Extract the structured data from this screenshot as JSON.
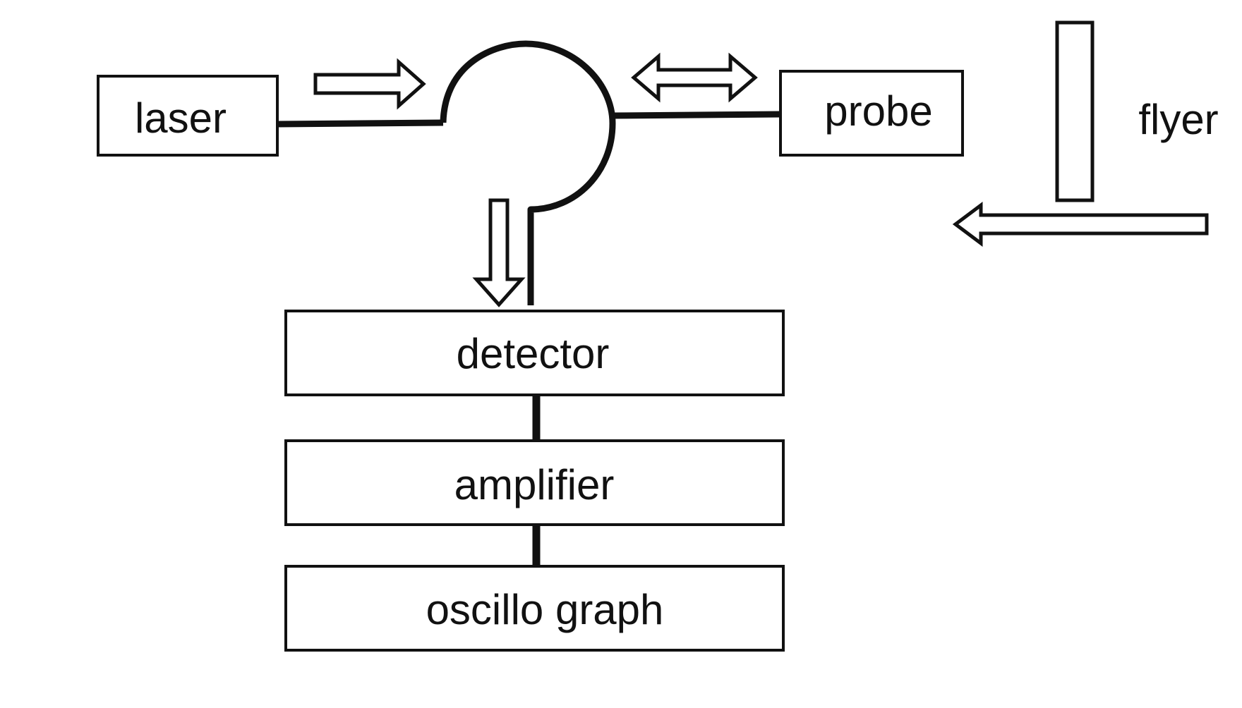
{
  "diagram": {
    "laser_label": "laser",
    "probe_label": "probe",
    "flyer_label": "flyer",
    "detector_label": "detector",
    "amplifier_label": "amplifier",
    "oscillograph_label": "oscillo graph"
  },
  "colors": {
    "stroke": "#111111",
    "background": "#ffffff",
    "fill": "#ffffff"
  }
}
